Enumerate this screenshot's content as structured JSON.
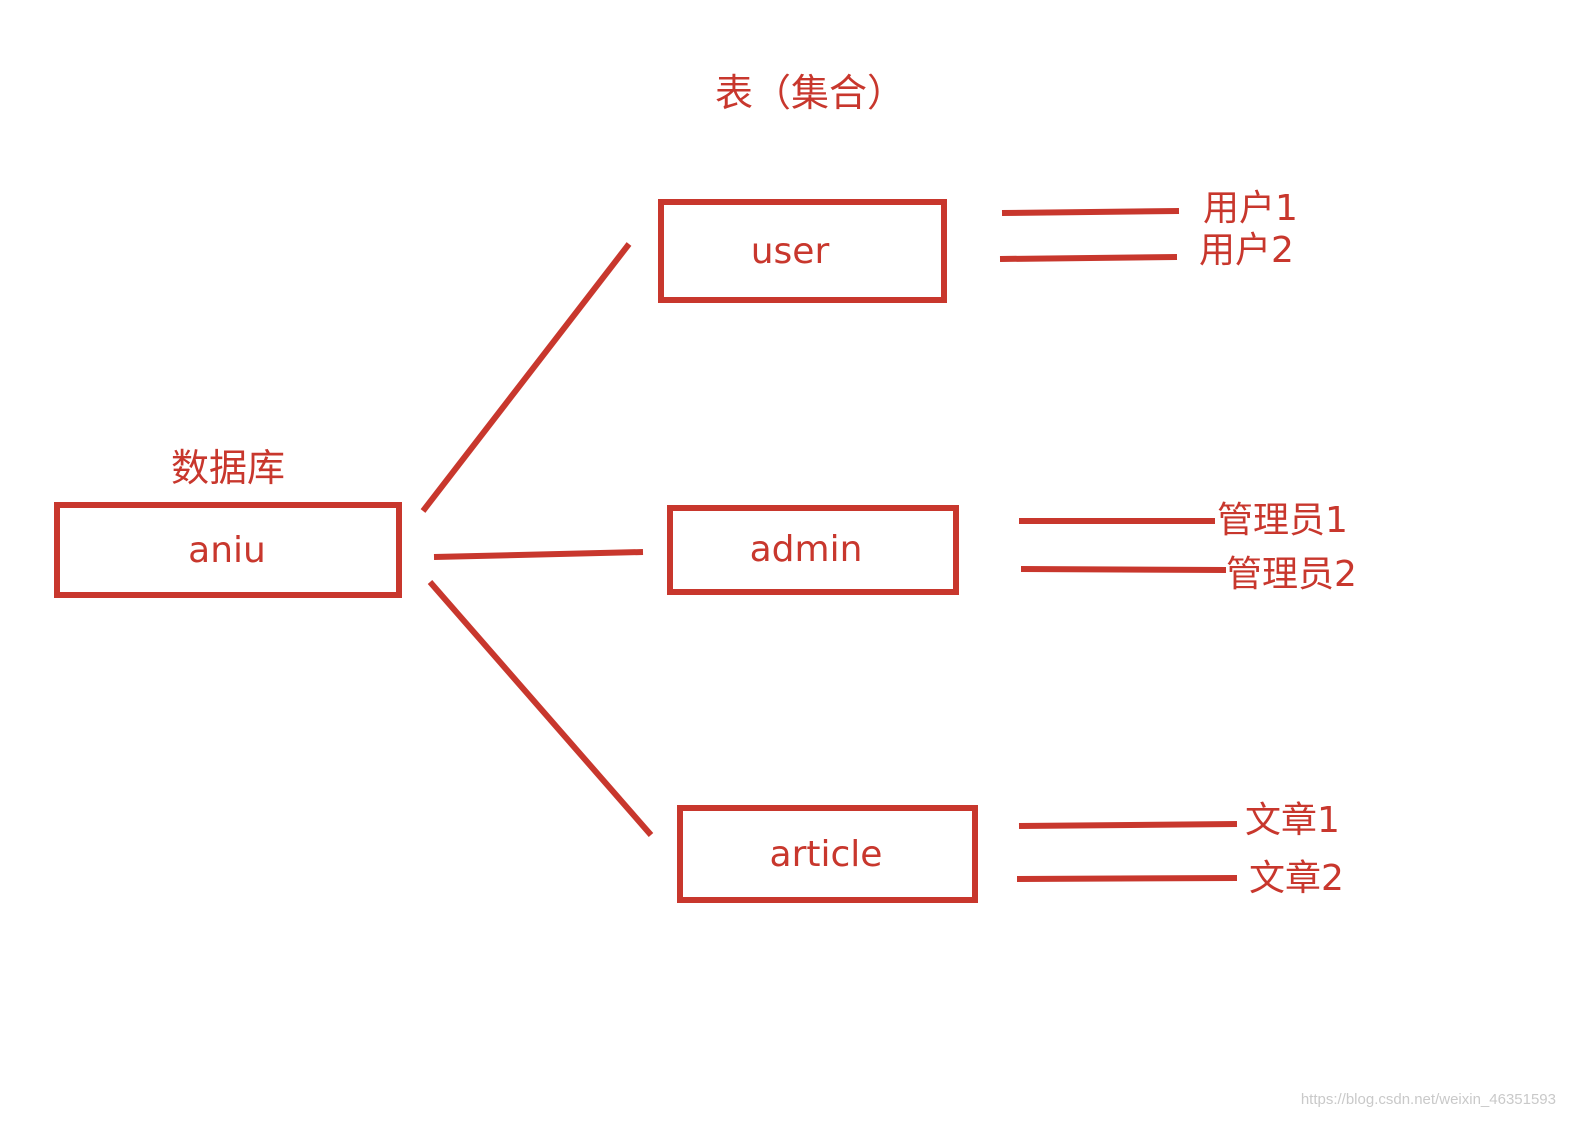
{
  "colors": {
    "accent": "#c8372d",
    "background": "#ffffff",
    "watermark": "#c9c9c9"
  },
  "headings": {
    "tables": "表（集合）",
    "database": "数据库"
  },
  "database": {
    "name": "aniu"
  },
  "collections": [
    {
      "name": "user",
      "documents": [
        "用户1",
        "用户2"
      ]
    },
    {
      "name": "admin",
      "documents": [
        "管理员1",
        "管理员2"
      ]
    },
    {
      "name": "article",
      "documents": [
        "文章1",
        "文章2"
      ]
    }
  ],
  "watermark": "https://blog.csdn.net/weixin_46351593"
}
